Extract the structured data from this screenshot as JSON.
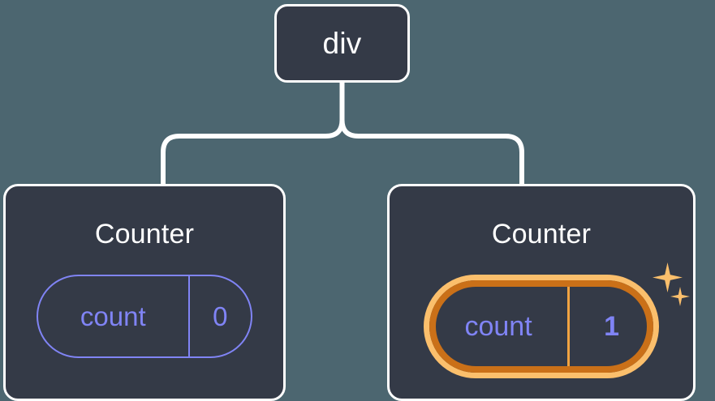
{
  "diagram": {
    "type": "component-tree",
    "background_color": "#4c6670",
    "node_fill_color": "#343a47",
    "node_border_color": "#ffffff",
    "state_accent_color": "#8084f5",
    "highlight_outer_color": "#ca7018",
    "highlight_inner_color": "#fbbf6c",
    "connector_color": "#ffffff"
  },
  "root": {
    "label": "div"
  },
  "children": [
    {
      "title": "Counter",
      "state": {
        "key": "count",
        "value": "0"
      },
      "highlighted": false
    },
    {
      "title": "Counter",
      "state": {
        "key": "count",
        "value": "1"
      },
      "highlighted": true,
      "sparkles": [
        {
          "name": "sparkle-large"
        },
        {
          "name": "sparkle-small"
        }
      ]
    }
  ]
}
